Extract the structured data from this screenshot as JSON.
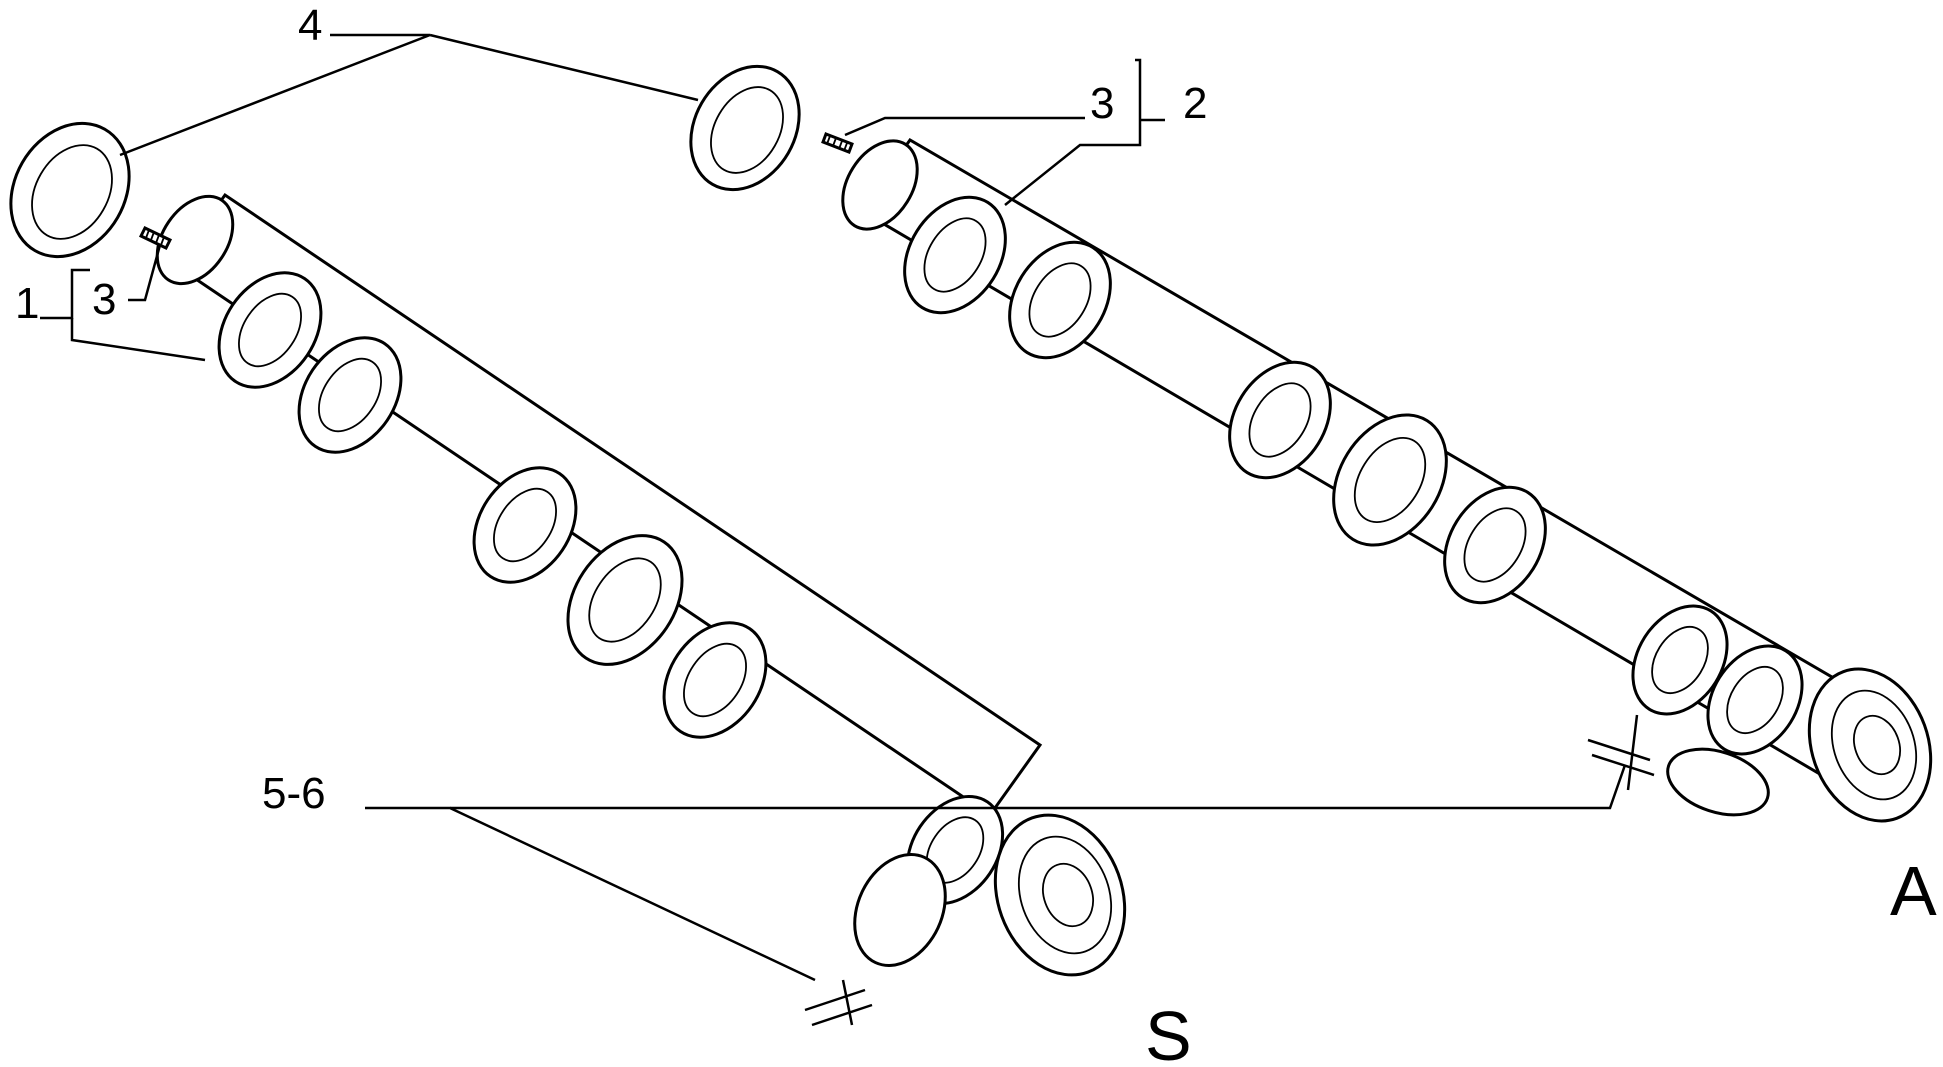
{
  "callouts": {
    "c1": "1",
    "c2": "2",
    "c3a": "3",
    "c3b": "3",
    "c4": "4",
    "c56": "5-6"
  },
  "view_labels": {
    "exhaust": "S",
    "intake": "A"
  }
}
